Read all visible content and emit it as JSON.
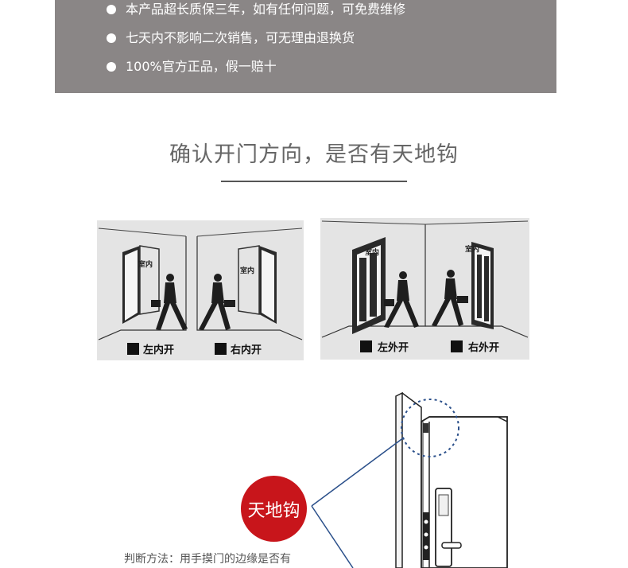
{
  "guarantee": {
    "items": [
      "本产品超长质保三年，如有任何问题，可免费维修",
      "七天内不影响二次销售，可无理由退换货",
      "100%官方正品，假一赔十"
    ]
  },
  "section": {
    "title": "确认开门方向，是否有天地钩"
  },
  "diagrams": {
    "left_panel": {
      "room_label_1": "室内",
      "room_label_2": "室内",
      "option_1": "左内开",
      "option_2": "右内开"
    },
    "right_panel": {
      "room_label_1": "室内",
      "room_label_2": "室内",
      "option_1": "左外开",
      "option_2": "右外开"
    }
  },
  "hook": {
    "badge": "天地钩",
    "caption": "判断方法：用手摸门的边缘是否有"
  }
}
